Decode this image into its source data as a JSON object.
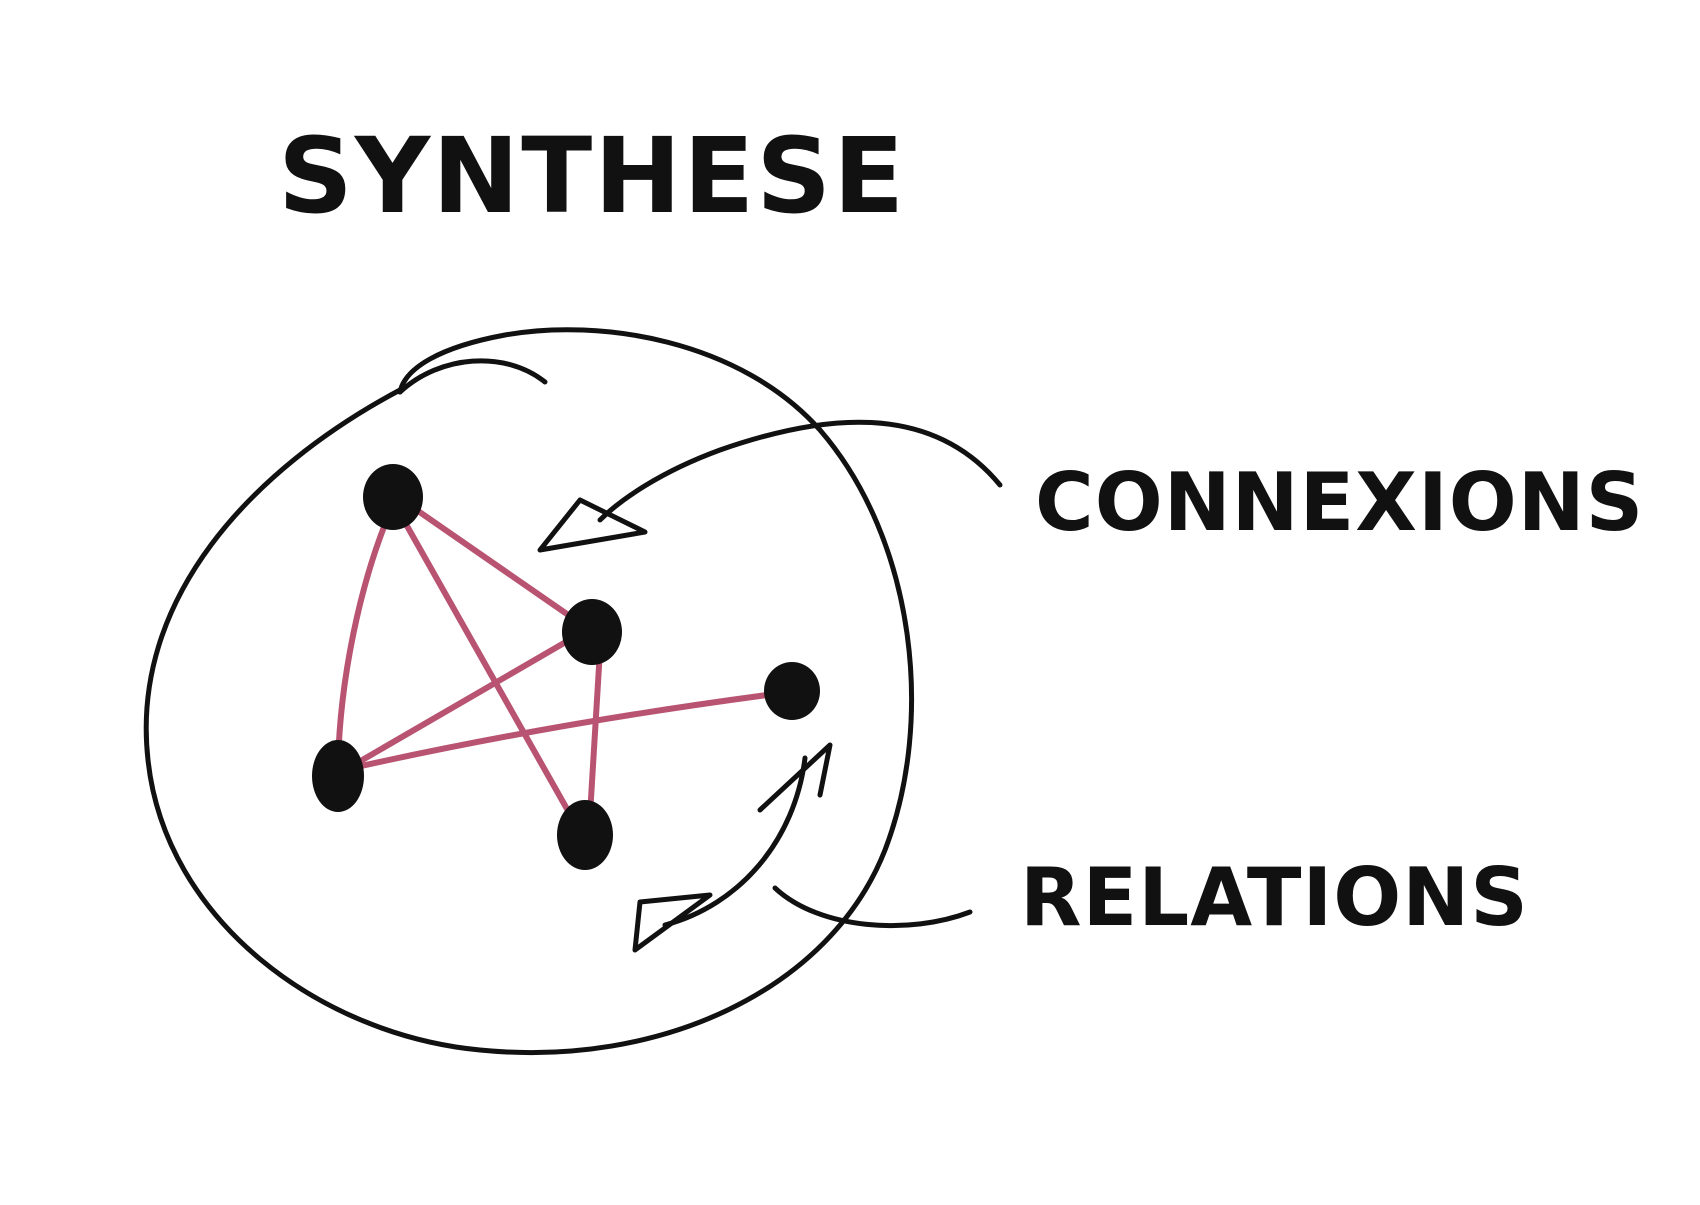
{
  "diagram": {
    "title": "SYNTHESE",
    "labels": {
      "connexions": "CONNEXIONS",
      "relations": "RELATIONS"
    },
    "nodes": [
      {
        "id": "n1"
      },
      {
        "id": "n2"
      },
      {
        "id": "n3"
      },
      {
        "id": "n4"
      },
      {
        "id": "n5"
      }
    ],
    "edges": [
      {
        "from": "n1",
        "to": "n2"
      },
      {
        "from": "n1",
        "to": "n4"
      },
      {
        "from": "n1",
        "to": "n5"
      },
      {
        "from": "n2",
        "to": "n4"
      },
      {
        "from": "n2",
        "to": "n5"
      },
      {
        "from": "n4",
        "to": "n3"
      }
    ],
    "colors": {
      "ink": "#111111",
      "edge": "#b85472",
      "background": "#ffffff"
    }
  }
}
